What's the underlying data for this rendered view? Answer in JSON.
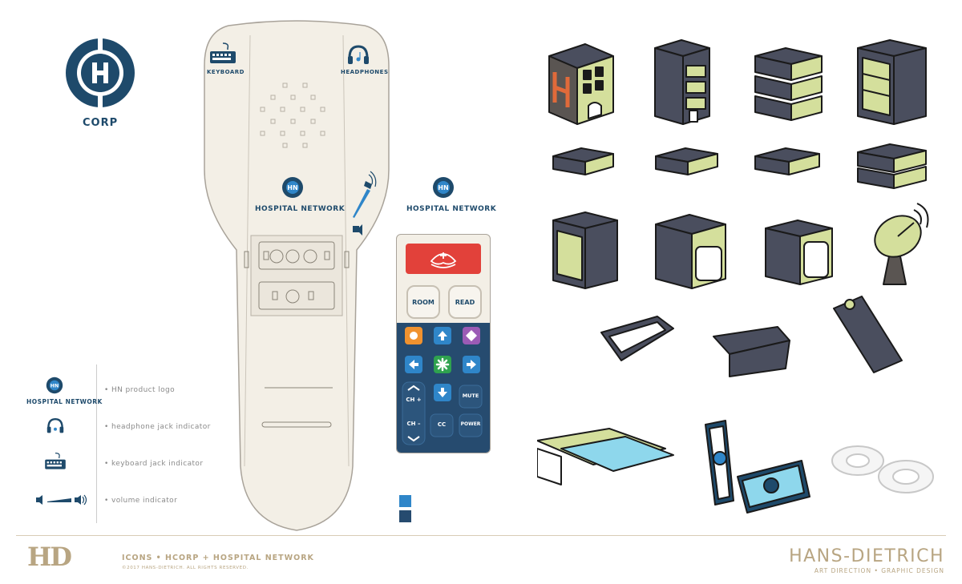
{
  "corp": {
    "label": "CORP"
  },
  "handset": {
    "keyboard_label": "KEYBOARD",
    "headphones_label": "HEADPHONES",
    "brand": "HOSPITAL NETWORK"
  },
  "remote": {
    "brand": "HOSPITAL NETWORK",
    "room_label": "ROOM",
    "read_label": "READ",
    "ch_up_label": "CH +",
    "ch_down_label": "CH –",
    "mute_label": "MUTE",
    "cc_label": "CC",
    "power_label": "POWER"
  },
  "legend": {
    "logo_text": "HOSPITAL NETWORK",
    "items": [
      "• HN product logo",
      "• headphone jack indicator",
      "• keyboard jack indicator",
      "• volume indicator"
    ]
  },
  "footer": {
    "logo": "HD",
    "title": "ICONS  •  HCORP + HOSPITAL NETWORK",
    "copyright": "©2017 HANS-DIETRICH. ALL RIGHTS RESERVED.",
    "brand": "HANS-DIETRICH",
    "tagline": "ART DIRECTION • GRAPHIC DESIGN"
  },
  "colors": {
    "navy": "#1e4a6b",
    "lime": "#d4df9c",
    "slate": "#4a4e5e",
    "red": "#e2413a",
    "cream": "#f3efe6",
    "gold": "#b8a582"
  }
}
